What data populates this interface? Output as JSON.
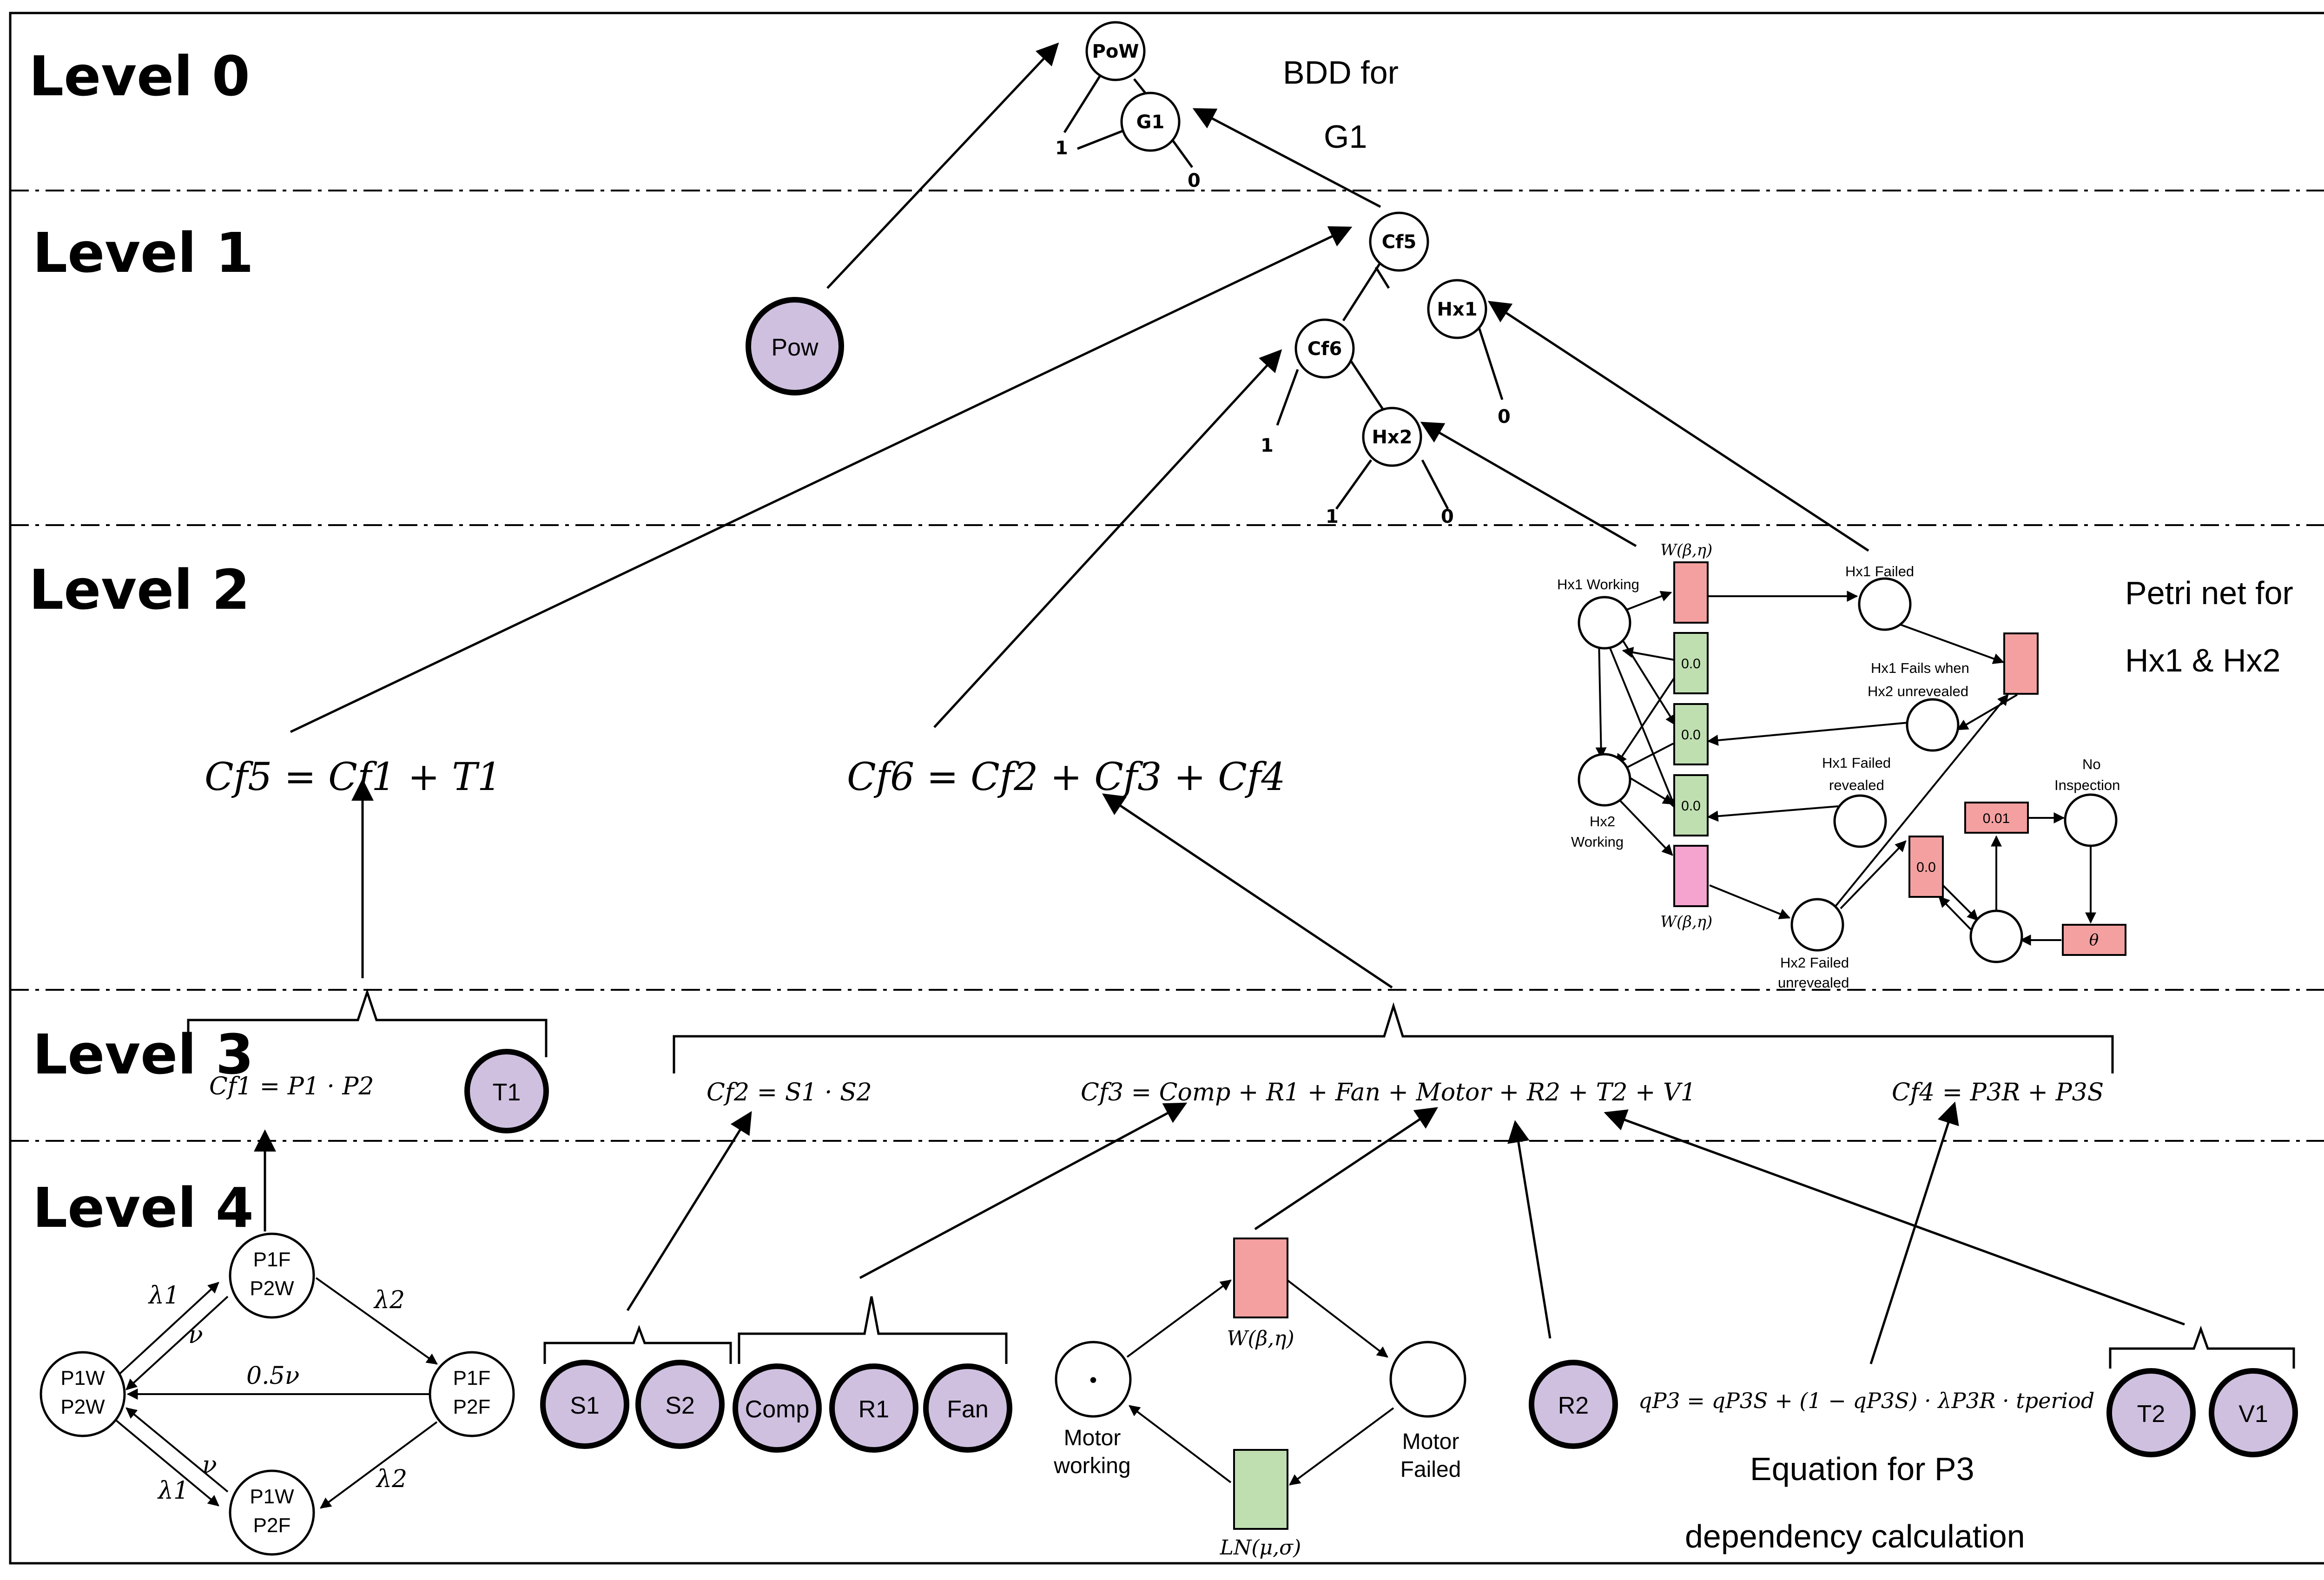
{
  "levels": [
    "Level 0",
    "Level 1",
    "Level 2",
    "Level 3",
    "Level 4"
  ],
  "annotations": {
    "bdd_line1": "BDD for",
    "bdd_line2": "G1",
    "petri_line1": "Petri net for",
    "petri_line2": "Hx1 & Hx2",
    "eqn_line1": "Equation for P3",
    "eqn_line2": "dependency calculation"
  },
  "equations": {
    "cf5": "Cf5 = Cf1 + T1",
    "cf6": "Cf6 = Cf2 + Cf3 + Cf4",
    "cf1": "Cf1 = P1 · P2",
    "cf2": "Cf2 = S1 · S2",
    "cf3": "Cf3 = Comp + R1 + Fan + Motor + R2 + T2 + V1",
    "cf4": "Cf4 = P3R + P3S",
    "qp3": "qP3 = qP3S + (1 − qP3S) · λP3R · tperiod"
  },
  "bdd_nodes": {
    "pow": "PoW",
    "g1": "G1",
    "cf5": "Cf5",
    "hx1": "Hx1",
    "cf6": "Cf6",
    "hx2": "Hx2"
  },
  "terminals": {
    "one": "1",
    "zero": "0"
  },
  "components": {
    "pow": "Pow",
    "t1": "T1",
    "s1": "S1",
    "s2": "S2",
    "comp": "Comp",
    "r1": "R1",
    "fan": "Fan",
    "r2": "R2",
    "t2": "T2",
    "v1": "V1"
  },
  "petri_hx": {
    "hx1_working": "Hx1 Working",
    "hx2_working_1": "Hx2",
    "hx2_working_2": "Working",
    "hx1_failed": "Hx1 Failed",
    "hx1_fails_when_1": "Hx1 Fails when",
    "hx1_fails_when_2": "Hx2 unrevealed",
    "hx1_failed_revealed_1": "Hx1 Failed",
    "hx1_failed_revealed_2": "revealed",
    "hx2_failed_unrevealed_1": "Hx2 Failed",
    "hx2_failed_unrevealed_2": "unrevealed",
    "no_inspection_1": "No",
    "no_inspection_2": "Inspection",
    "weibull": "W(β,η)",
    "zero_delay": "0.0",
    "rate_001": "0.01",
    "theta": "θ"
  },
  "motor_petri": {
    "working_1": "Motor",
    "working_2": "working",
    "failed_1": "Motor",
    "failed_2": "Failed",
    "weibull": "W(β,η)",
    "lognormal": "LN(μ,σ)",
    "token": "•"
  },
  "markov": {
    "s1a": "P1W",
    "s1b": "P2W",
    "s2a": "P1F",
    "s2b": "P2W",
    "s3a": "P1F",
    "s3b": "P2F",
    "s4a": "P1W",
    "s4b": "P2F",
    "lambda1": "λ1",
    "lambda2": "λ2",
    "nu": "ν",
    "half_nu": "0.5ν"
  },
  "colors": {
    "component_fill": "#cfc0e0",
    "transition_red": "#f4a0a0",
    "transition_green": "#bfdfb0",
    "transition_pink": "#f5a3cf"
  }
}
